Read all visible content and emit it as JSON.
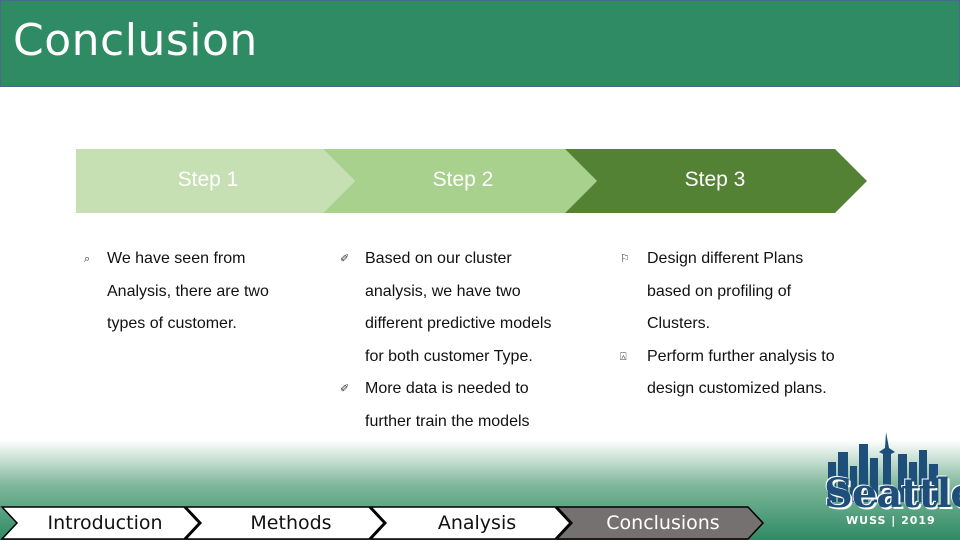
{
  "header": {
    "title": "Conclusion"
  },
  "steps": [
    {
      "label": "Step 1",
      "color": "#c6e0b4"
    },
    {
      "label": "Step 2",
      "color": "#a9d18e"
    },
    {
      "label": "Step 3",
      "color": "#548235"
    }
  ],
  "columns": [
    {
      "bullets": [
        {
          "icon": "magnifier-icon",
          "lines": [
            "We have seen from",
            "Analysis, there are two",
            "types of customer."
          ]
        }
      ]
    },
    {
      "bullets": [
        {
          "icon": "pin-icon",
          "lines": [
            "Based on our cluster",
            "analysis, we have two",
            "different predictive models",
            "for both customer Type."
          ]
        },
        {
          "icon": "pin-icon",
          "lines": [
            "More data is needed to",
            "further train the models"
          ]
        }
      ]
    },
    {
      "bullets": [
        {
          "icon": "flag-icon",
          "lines": [
            "Design different Plans",
            "based on profiling of",
            "Clusters."
          ]
        },
        {
          "icon": "tray-icon",
          "lines": [
            "Perform further analysis to",
            "design customized plans."
          ]
        }
      ]
    }
  ],
  "nav": [
    {
      "label": "Introduction",
      "active": false
    },
    {
      "label": "Methods",
      "active": false
    },
    {
      "label": "Analysis",
      "active": false
    },
    {
      "label": "Conclusions",
      "active": true
    }
  ],
  "logo": {
    "title": "Seattle",
    "subtitle": "WUSS | 2019"
  },
  "colors": {
    "header": "#2e8b63",
    "nav_inactive": "#ffffff",
    "nav_active": "#767171",
    "logo_blue": "#1d4f7a"
  }
}
